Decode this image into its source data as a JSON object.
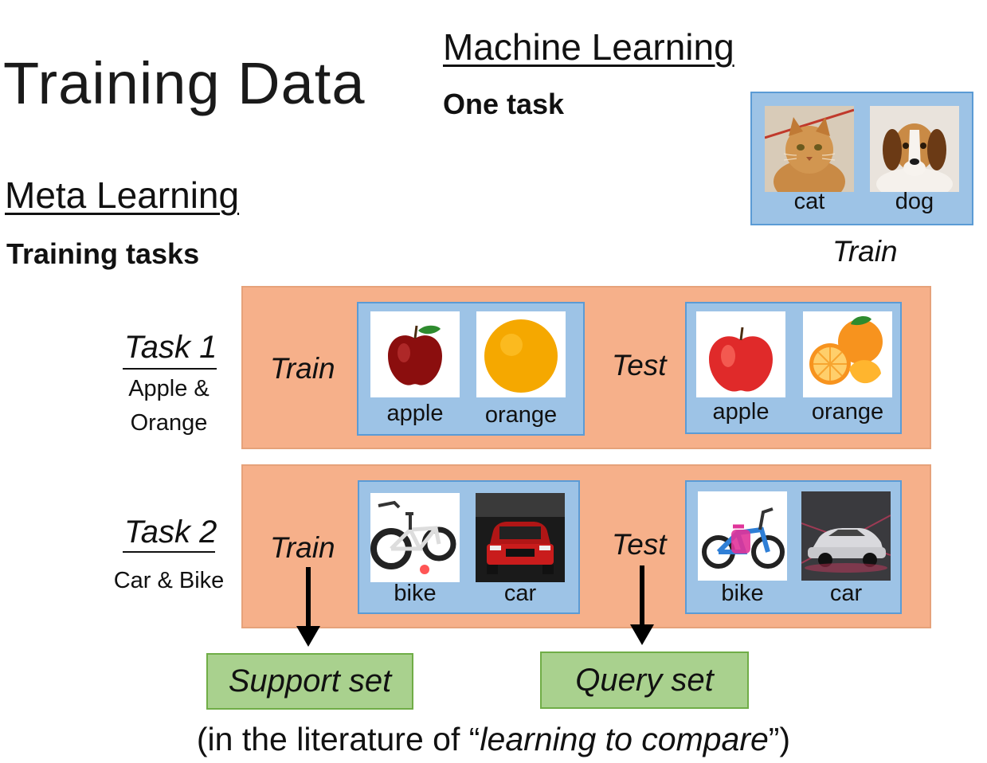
{
  "title": "Training Data",
  "machine_learning": {
    "heading": "Machine Learning",
    "subheading": "One task",
    "images": [
      {
        "label": "cat",
        "icon": "cat-icon"
      },
      {
        "label": "dog",
        "icon": "dog-icon"
      }
    ],
    "phase_label": "Train"
  },
  "meta_learning": {
    "heading": "Meta Learning",
    "subheading": "Training tasks",
    "tasks": [
      {
        "name": "Task 1",
        "desc_line1": "Apple &",
        "desc_line2": "Orange",
        "train_label": "Train",
        "test_label": "Test",
        "train_images": [
          {
            "label": "apple",
            "icon": "apple-icon"
          },
          {
            "label": "orange",
            "icon": "orange-icon"
          }
        ],
        "test_images": [
          {
            "label": "apple",
            "icon": "apple-icon"
          },
          {
            "label": "orange",
            "icon": "orange-slices-icon"
          }
        ]
      },
      {
        "name": "Task 2",
        "desc_line1": "Car & Bike",
        "train_label": "Train",
        "test_label": "Test",
        "train_images": [
          {
            "label": "bike",
            "icon": "bike-icon"
          },
          {
            "label": "car",
            "icon": "car-icon"
          }
        ],
        "test_images": [
          {
            "label": "bike",
            "icon": "kids-bike-icon"
          },
          {
            "label": "car",
            "icon": "sedan-icon"
          }
        ]
      }
    ]
  },
  "support_set": "Support set",
  "query_set": "Query set",
  "footer": {
    "prefix": "(in the literature of “",
    "italic": "learning to compare",
    "suffix": "”)"
  },
  "colors": {
    "blue_fill": "#9dc3e6",
    "blue_border": "#5b9bd5",
    "orange_fill": "#f6b08a",
    "green_fill": "#a9d18e",
    "green_border": "#70ad47"
  }
}
